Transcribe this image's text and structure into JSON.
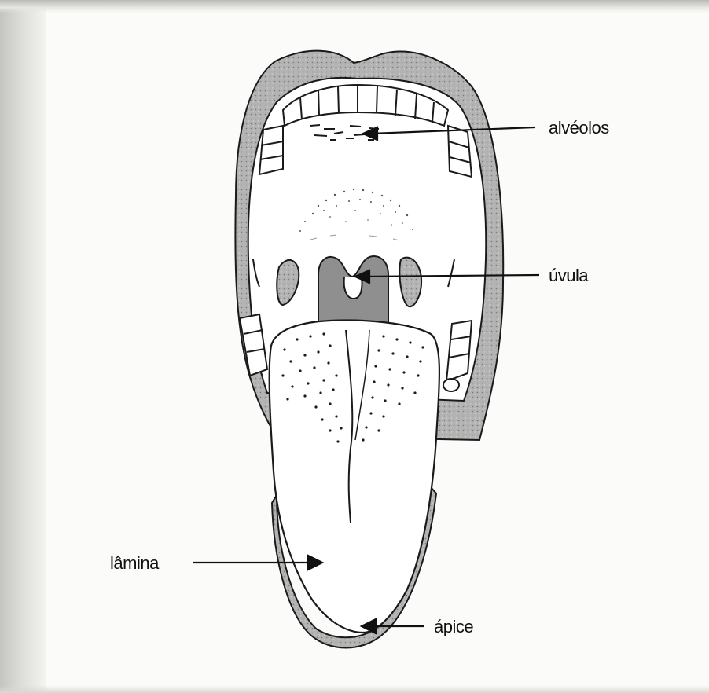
{
  "labels": {
    "alveolos": "alvéolos",
    "uvula": "úvula",
    "lamina": "lâmina",
    "apice": "ápice"
  },
  "colors": {
    "ink": "#1a1a1a",
    "lip_shade": "#a9a9a9",
    "uvula_shade": "#8f8f8f"
  }
}
